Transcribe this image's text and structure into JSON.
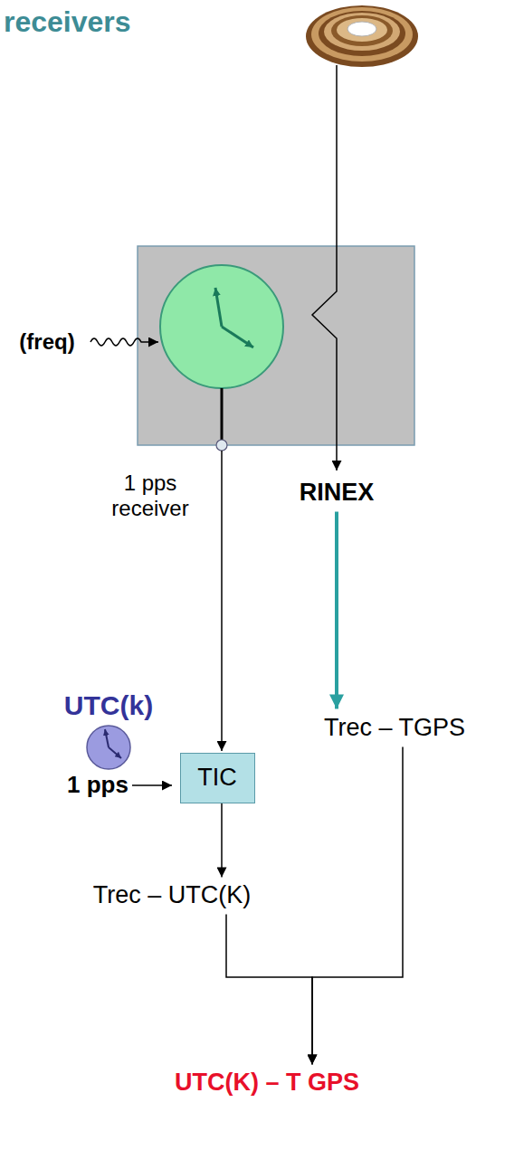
{
  "diagram": {
    "title": "receivers",
    "nodes": [
      {
        "text": [
          "RINEX"
        ]
      },
      {
        "text": [
          "TIC"
        ]
      },
      {
        "text": [
          "Trec – TGPS"
        ]
      },
      {
        "text": [
          "Trec – UTC(K)"
        ]
      },
      {
        "text": [
          "UTC(K) – T GPS"
        ]
      }
    ],
    "edges": [
      {
        "from": 0,
        "to": 2,
        "arrow": "to"
      },
      {
        "from": 1,
        "to": 3,
        "arrow": "to"
      },
      {
        "from": 3,
        "to": 4,
        "arrow": "to"
      },
      {
        "from": 2,
        "to": 4,
        "arrow": "to"
      }
    ],
    "labels": [
      "(freq)",
      "1 pps receiver",
      "UTC(k)",
      "1 pps"
    ]
  }
}
